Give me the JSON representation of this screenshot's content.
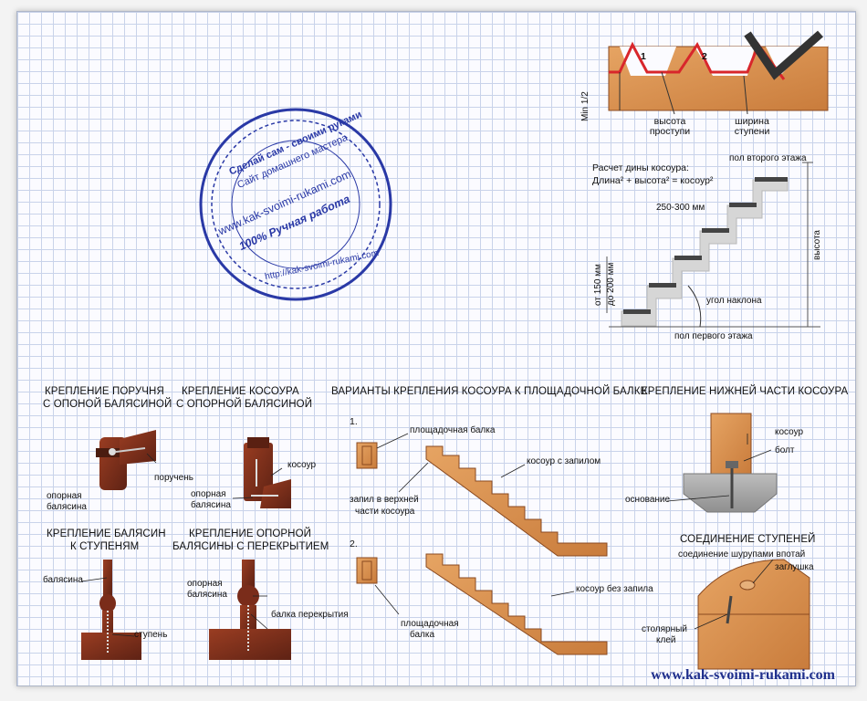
{
  "stamp": {
    "line1": "Сделай сам - своими руками",
    "line2": "Сайт домашнего мастера",
    "line3": "www.kak-svoimi-rukami.com",
    "line4": "100% Ручная работа",
    "line5": "http://kak-svoimi-rukami.com"
  },
  "top_right": {
    "min_label": "Min 1/2",
    "step1": "1",
    "step2": "2",
    "riser_height": "высота проступи",
    "tread_width": "ширина ступени",
    "formula_title": "Расчет дины косоура:",
    "formula": "Длина² + высота² = косоур²",
    "upper_floor": "пол второго этажа",
    "tread_range": "250-300 мм",
    "height": "высота",
    "riser_range_1": "от 150 мм",
    "riser_range_2": "до 200 мм",
    "angle": "угол наклона",
    "lower_floor": "пол первого этажа"
  },
  "handrail": {
    "title1": "КРЕПЛЕНИЕ ПОРУЧНЯ",
    "title2": "С ОПОНОЙ БАЛЯСИНОЙ",
    "rail": "поручень",
    "post1": "опорная",
    "post2": "балясина"
  },
  "stringer_post": {
    "title1": "КРЕПЛЕНИЕ КОСОУРА",
    "title2": "С ОПОРНОЙ БАЛЯСИНОЙ",
    "stringer": "косоур",
    "post1": "опорная",
    "post2": "балясина"
  },
  "baluster_step": {
    "title1": "КРЕПЛЕНИЕ БАЛЯСИН",
    "title2": "К СТУПЕНЯМ",
    "baluster": "балясина",
    "step": "ступень"
  },
  "post_floor": {
    "title1": "КРЕПЛЕНИЕ ОПОРНОЙ",
    "title2": "БАЛЯСИНЫ С ПЕРЕКРЫТИЕМ",
    "post1": "опорная",
    "post2": "балясина",
    "beam": "балка перекрытия"
  },
  "variants": {
    "title": "ВАРИАНТЫ КРЕПЛЕНИЯ КОСОУРА К ПЛОЩАДОЧНОЙ БАЛКЕ",
    "n1": "1.",
    "n2": "2.",
    "landing_beam": "площадочная балка",
    "notched": "косоур с запилом",
    "notch1": "запил в верхней",
    "notch2": "части косоура",
    "plain": "косоур без запила",
    "beam2_1": "площадочная",
    "beam2_2": "балка"
  },
  "bottom_fix": {
    "title": "КРЕПЛЕНИЕ НИЖНЕЙ ЧАСТИ КОСОУРА",
    "stringer": "косоур",
    "bolt": "болт",
    "base": "основание"
  },
  "step_join": {
    "title": "СОЕДИНЕНИЕ СТУПЕНЕЙ",
    "sub": "соединение шурупами впотай",
    "plug": "заглушка",
    "glue1": "столярный",
    "glue2": "клей"
  },
  "footer": {
    "site": "www.kak-svoimi-rukami.com"
  },
  "colors": {
    "wood": "#d9924e",
    "wood_dark": "#7a2c1a",
    "red_line": "#d8262b",
    "grid": "#c9d3ea",
    "stamp": "#2a39a6"
  }
}
